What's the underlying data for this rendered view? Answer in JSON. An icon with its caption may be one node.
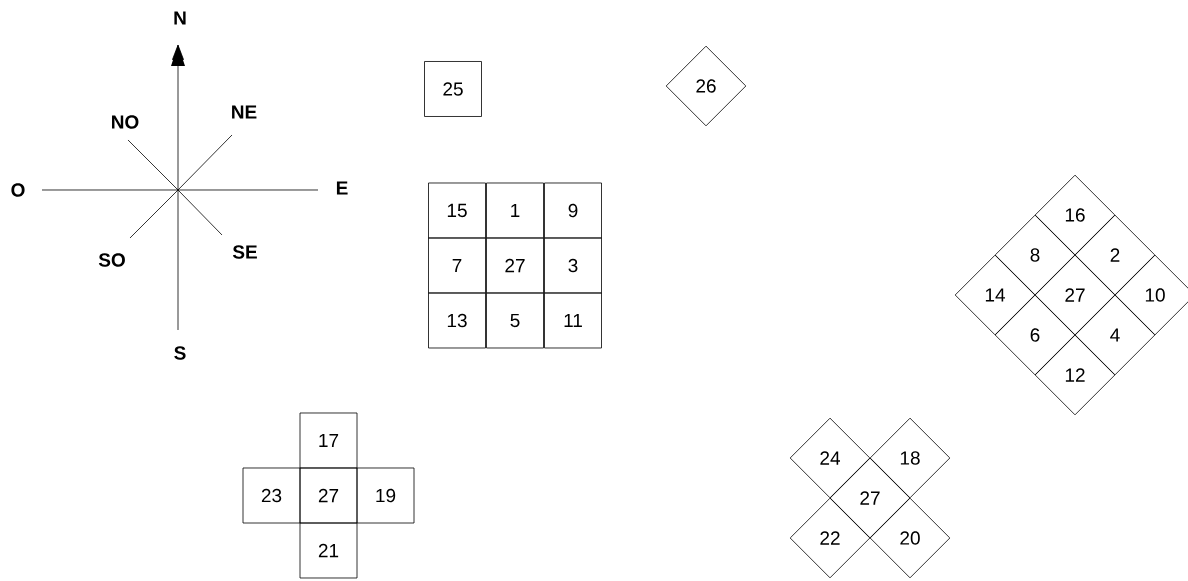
{
  "diagram": {
    "nodes": [
      {
        "text": [
          "25"
        ]
      },
      {
        "text": [
          "26"
        ]
      },
      {
        "text": [
          "15"
        ]
      },
      {
        "text": [
          "1"
        ]
      },
      {
        "text": [
          "9"
        ]
      },
      {
        "text": [
          "7"
        ]
      },
      {
        "text": [
          "27"
        ]
      },
      {
        "text": [
          "3"
        ]
      },
      {
        "text": [
          "13"
        ]
      },
      {
        "text": [
          "5"
        ]
      },
      {
        "text": [
          "11"
        ]
      },
      {
        "text": [
          "16"
        ]
      },
      {
        "text": [
          "8"
        ]
      },
      {
        "text": [
          "2"
        ]
      },
      {
        "text": [
          "14"
        ]
      },
      {
        "text": [
          "27"
        ]
      },
      {
        "text": [
          "10"
        ]
      },
      {
        "text": [
          "6"
        ]
      },
      {
        "text": [
          "4"
        ]
      },
      {
        "text": [
          "12"
        ]
      },
      {
        "text": [
          "17"
        ]
      },
      {
        "text": [
          "23"
        ]
      },
      {
        "text": [
          "27"
        ]
      },
      {
        "text": [
          "19"
        ]
      },
      {
        "text": [
          "21"
        ]
      },
      {
        "text": [
          "24"
        ]
      },
      {
        "text": [
          "18"
        ]
      },
      {
        "text": [
          "27"
        ]
      },
      {
        "text": [
          "22"
        ]
      },
      {
        "text": [
          "20"
        ]
      }
    ],
    "labels": [
      "N",
      "NO",
      "NE",
      "O",
      "E",
      "SO",
      "SE",
      "S"
    ]
  }
}
